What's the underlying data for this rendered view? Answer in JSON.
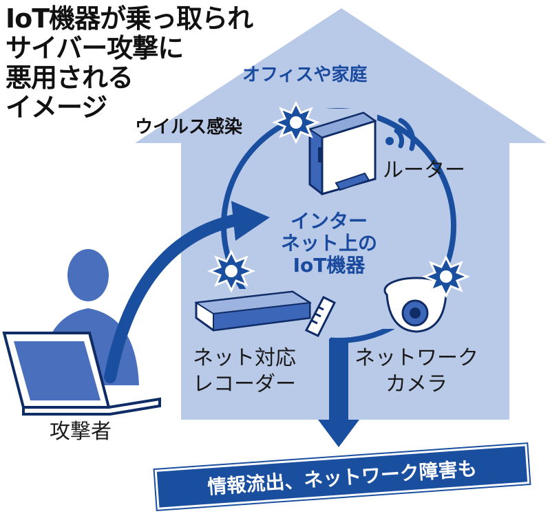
{
  "title": {
    "line1": "IoT機器が乗っ取られ",
    "line2": "サイバー攻撃に",
    "line3": "悪用される",
    "line4": "イメージ"
  },
  "labels": {
    "house": "オフィスや家庭",
    "virus": "ウイルス感染",
    "router": "ルーター",
    "center_line1": "インター",
    "center_line2": "ネット上の",
    "center_line3": "IoT機器",
    "recorder_line1": "ネット対応",
    "recorder_line2": "レコーダー",
    "camera_line1": "ネットワーク",
    "camera_line2": "カメラ",
    "attacker": "攻撃者",
    "result": "情報流出、ネットワーク障害も"
  },
  "colors": {
    "house_fill": "#b9c9e8",
    "accent_blue": "#1a4fa0",
    "device_blue": "#3c67b8",
    "attacker_blue": "#4a70bd"
  },
  "icons": [
    "house-shape",
    "router-icon",
    "wifi-icon",
    "recorder-icon",
    "remote-control-icon",
    "camera-icon",
    "burst-icon",
    "person-icon",
    "laptop-icon",
    "attack-arrow",
    "leak-arrow"
  ]
}
